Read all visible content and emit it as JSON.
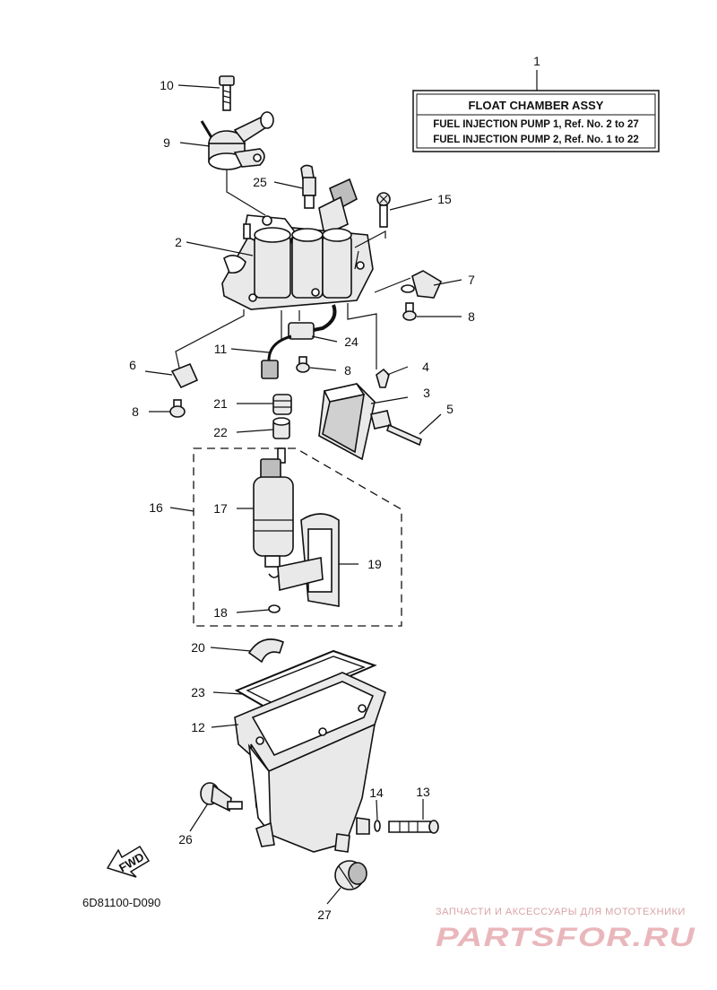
{
  "header_box": {
    "callout": "1",
    "title": "FLOAT CHAMBER ASSY",
    "line1": "FUEL INJECTION PUMP 1,  Ref. No. 2 to 27",
    "line2": "FUEL INJECTION PUMP 2,  Ref. No. 1 to 22"
  },
  "callouts": {
    "c2": "2",
    "c3": "3",
    "c4": "4",
    "c5": "5",
    "c6": "6",
    "c7": "7",
    "c8a": "8",
    "c8b": "8",
    "c8c": "8",
    "c9": "9",
    "c10": "10",
    "c11": "11",
    "c12": "12",
    "c13": "13",
    "c14": "14",
    "c15": "15",
    "c16": "16",
    "c17": "17",
    "c18": "18",
    "c19": "19",
    "c20": "20",
    "c21": "21",
    "c22": "22",
    "c23": "23",
    "c24": "24",
    "c25": "25",
    "c26": "26",
    "c27": "27"
  },
  "fwd_label": "FWD",
  "diagram_code": "6D81100-D090",
  "watermark": {
    "tagline": "ЗАПЧАСТИ И АКСЕССУАРЫ ДЛЯ МОТОТЕХНИКИ",
    "brand": "PARTSFOR.RU",
    "color": "#e9b7bb"
  }
}
